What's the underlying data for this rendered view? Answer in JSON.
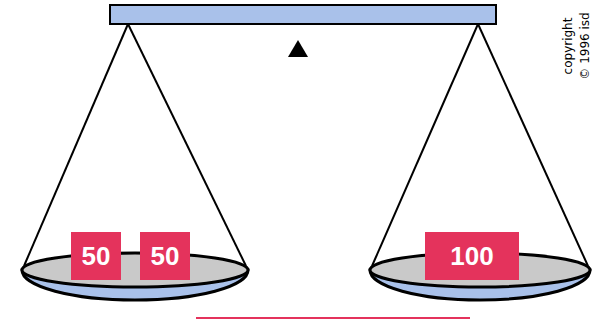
{
  "diagram": {
    "nodes": [
      {
        "text": [
          "50"
        ]
      },
      {
        "text": [
          "50"
        ]
      },
      {
        "text": [
          "100"
        ]
      }
    ],
    "labels": [
      "copyright",
      "© 1996 isd"
    ]
  }
}
